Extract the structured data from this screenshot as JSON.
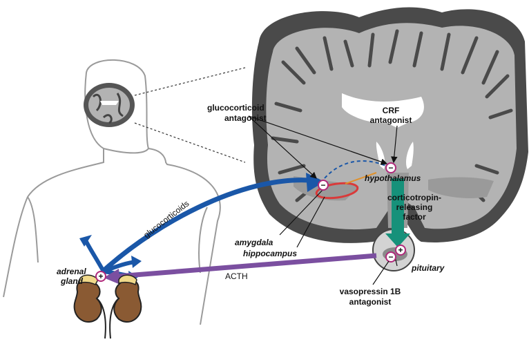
{
  "labels": {
    "glucocorticoid_antagonist_1": "glucocorticoid",
    "glucocorticoid_antagonist_2": "antagonist",
    "crf_antagonist_1": "CRF",
    "crf_antagonist_2": "antagonist",
    "hypothalamus": "hypothalamus",
    "crf_factor_1": "corticotropin-",
    "crf_factor_2": "releasing",
    "crf_factor_3": "factor",
    "glucocorticoids": "glucocorticoids",
    "amygdala": "amygdala",
    "hippocampus": "hippocampus",
    "pituitary": "pituitary",
    "acth": "ACTH",
    "adrenal_gland_1": "adrenal",
    "adrenal_gland_2": "gland",
    "vasopressin_1": "vasopressin 1B",
    "vasopressin_2": "antagonist"
  },
  "signs": {
    "minus": "−",
    "plus": "+"
  },
  "colors": {
    "blue_arrow": "#1a57a8",
    "purple_arrow": "#7b4fa0",
    "teal_arrow": "#16917a",
    "minus_circle": "#b0287a",
    "amygdala_outline": "#d93a3a",
    "orange_link": "#e0902a",
    "kidney": "#8a5a33",
    "adrenal": "#f0d98a",
    "brain_gray": "#b3b3b3",
    "brain_dark": "#4a4a4a"
  }
}
